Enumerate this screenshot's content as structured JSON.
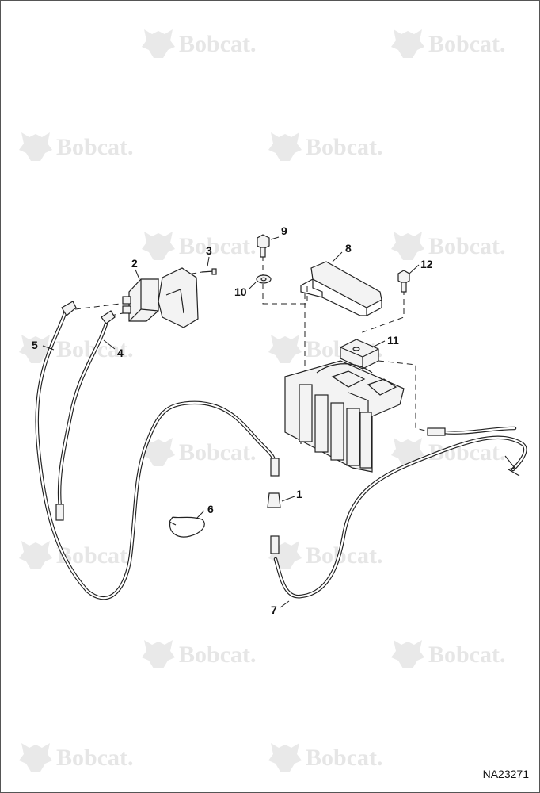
{
  "watermark": {
    "text": "Bobcat."
  },
  "drawing_number": "NA23271",
  "callouts": [
    "1",
    "2",
    "3",
    "4",
    "5",
    "6",
    "7",
    "8",
    "9",
    "10",
    "11",
    "12"
  ]
}
